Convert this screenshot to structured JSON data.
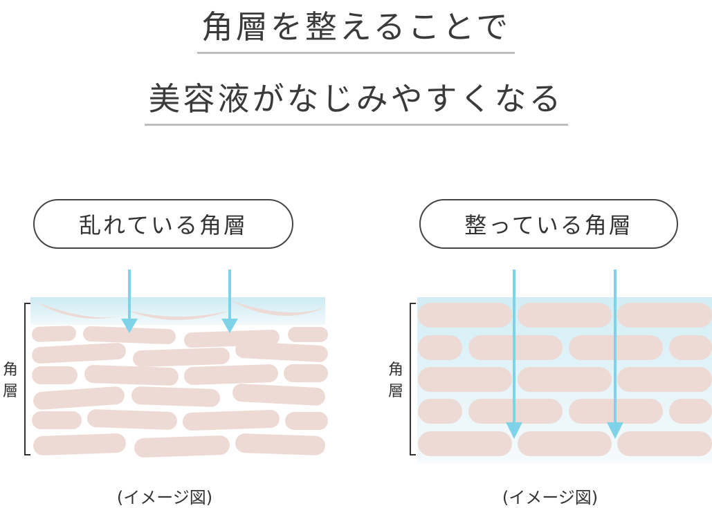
{
  "headline": {
    "line1": "角層を整えることで",
    "line2": "美容液がなじみやすくなる"
  },
  "panels": [
    {
      "label": "乱れている角層",
      "layer_label": "角層",
      "caption": "(イメージ図)"
    },
    {
      "label": "整っている角層",
      "layer_label": "角層",
      "caption": "(イメージ図)"
    }
  ],
  "colors": {
    "cell": "#eddad5",
    "serum_light": "#d4eef5",
    "serum_fade": "#f3fafc",
    "arrow": "#7fd3e8",
    "text": "#333333",
    "underline": "#bdbdbd"
  },
  "icons": [
    "down-arrow-icon"
  ]
}
